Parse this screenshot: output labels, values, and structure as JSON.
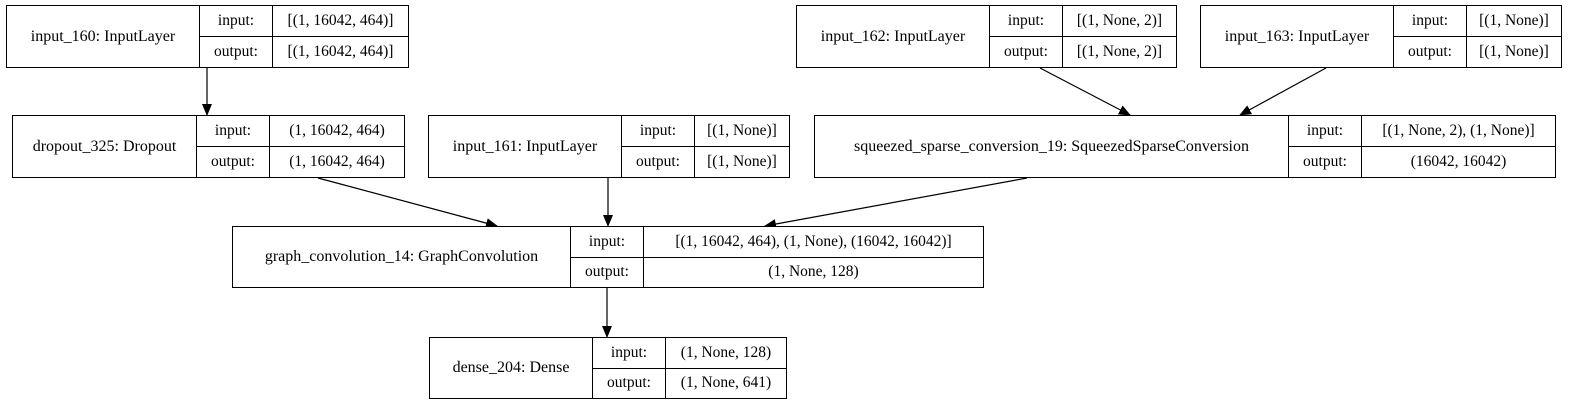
{
  "io_labels": {
    "input": "input:",
    "output": "output:"
  },
  "nodes": {
    "input_160": {
      "name": "input_160: InputLayer",
      "input": "[(1, 16042, 464)]",
      "output": "[(1, 16042, 464)]"
    },
    "input_162": {
      "name": "input_162: InputLayer",
      "input": "[(1, None, 2)]",
      "output": "[(1, None, 2)]"
    },
    "input_163": {
      "name": "input_163: InputLayer",
      "input": "[(1, None)]",
      "output": "[(1, None)]"
    },
    "dropout_325": {
      "name": "dropout_325: Dropout",
      "input": "(1, 16042, 464)",
      "output": "(1, 16042, 464)"
    },
    "input_161": {
      "name": "input_161: InputLayer",
      "input": "[(1, None)]",
      "output": "[(1, None)]"
    },
    "squeezed_sparse_conversion_19": {
      "name": "squeezed_sparse_conversion_19: SqueezedSparseConversion",
      "input": "[(1, None, 2), (1, None)]",
      "output": "(16042, 16042)"
    },
    "graph_convolution_14": {
      "name": "graph_convolution_14: GraphConvolution",
      "input": "[(1, 16042, 464), (1, None), (16042, 16042)]",
      "output": "(1, None, 128)"
    },
    "dense_204": {
      "name": "dense_204: Dense",
      "input": "(1, None, 128)",
      "output": "(1, None, 641)"
    }
  },
  "edges": [
    {
      "from": "input_160",
      "to": "dropout_325"
    },
    {
      "from": "input_162",
      "to": "squeezed_sparse_conversion_19"
    },
    {
      "from": "input_163",
      "to": "squeezed_sparse_conversion_19"
    },
    {
      "from": "dropout_325",
      "to": "graph_convolution_14"
    },
    {
      "from": "input_161",
      "to": "graph_convolution_14"
    },
    {
      "from": "squeezed_sparse_conversion_19",
      "to": "graph_convolution_14"
    },
    {
      "from": "graph_convolution_14",
      "to": "dense_204"
    }
  ]
}
